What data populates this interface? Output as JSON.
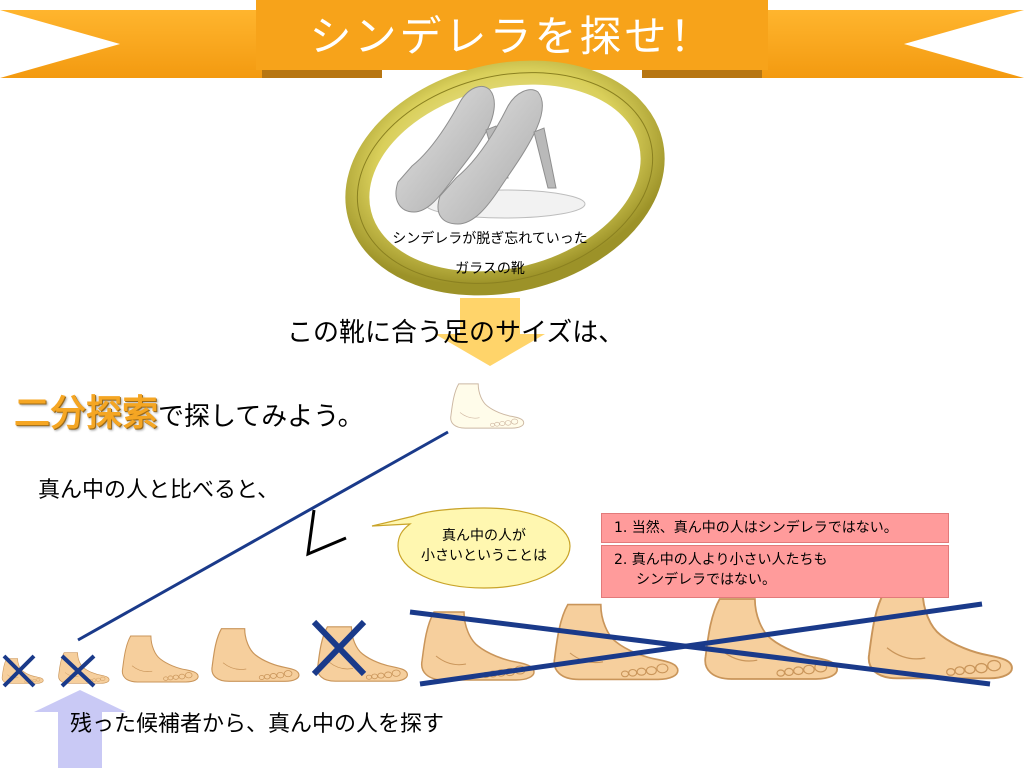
{
  "title": "シンデレラを探せ！",
  "shoe_caption": [
    "シンデレラが脱ぎ忘れていった",
    "ガラスの靴"
  ],
  "question": "この靴に合う足のサイズは、",
  "method": {
    "highlight": "二分探索",
    "rest": "で探してみよう。"
  },
  "compare_text": "真ん中の人と比べると、",
  "comparison_symbol": "<",
  "bubble": [
    "真ん中の人が",
    "小さいということは"
  ],
  "conclusion": {
    "item1": "1. 当然、真ん中の人はシンデレラではない。",
    "item2_line1": "2. 真ん中の人より小さい人たちも",
    "item2_line2": "シンデレラではない。"
  },
  "bottom_text": "残った候補者から、真ん中の人を探す",
  "feet_count": 9,
  "colors": {
    "banner": "#f7a31a",
    "title_text": "#ffffff",
    "highlight": "#f5a623",
    "line_blue": "#1a3a8a",
    "box_red": "#ff9b9b",
    "bubble_fill": "#fff7b0",
    "arrow_orange": "#ffcf5a",
    "arrow_purple": "#c9c9f5",
    "foot_skin": "#f6cf9d"
  },
  "icons": [
    "glass-shoes-icon",
    "ring-icon",
    "foot-icon",
    "cross-mark-icon",
    "down-arrow-icon",
    "up-arrow-icon"
  ]
}
